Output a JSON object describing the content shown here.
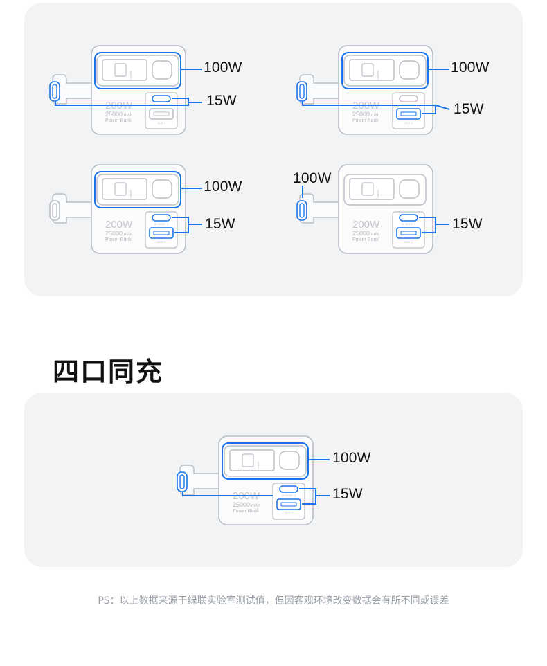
{
  "colors": {
    "accent": "#1a73e8",
    "panel": "#f2f3f5",
    "device": "#b9bec6"
  },
  "device_labels": {
    "power": "200W",
    "capacity": "25000",
    "capacity_unit": "mAh",
    "name": "Power Bank",
    "port_c": "IN 3/OUT 3",
    "port_a": "OUT 4",
    "cable": "ugreen"
  },
  "scenarios": [
    {
      "high": "100W",
      "low": "15W"
    },
    {
      "high": "100W",
      "low": "15W"
    },
    {
      "high": "100W",
      "low": "15W"
    },
    {
      "high": "100W",
      "low": "15W"
    }
  ],
  "section": {
    "title": "四口同充"
  },
  "four_port": {
    "high": "100W",
    "low": "15W"
  },
  "footnote": "PS：以上数据来源于绿联实验室测试值，但因客观环境改变数据会有所不同或误差"
}
